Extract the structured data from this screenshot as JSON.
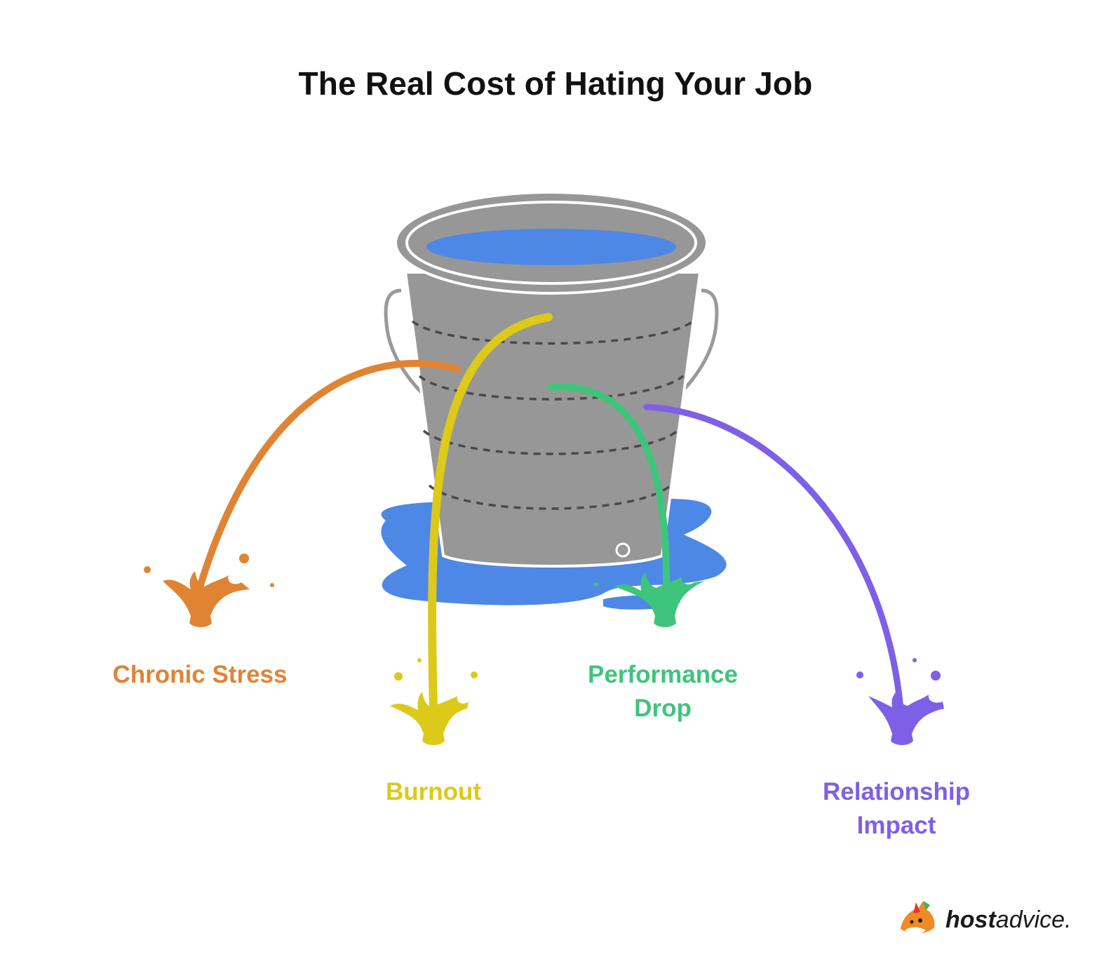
{
  "title": "The Real Cost of Hating Your Job",
  "items": [
    {
      "label_lines": [
        "Chronic Stress"
      ],
      "color": "#E08434"
    },
    {
      "label_lines": [
        "Burnout"
      ],
      "color": "#DDC91A"
    },
    {
      "label_lines": [
        "Performance",
        "Drop"
      ],
      "color": "#3FC47C"
    },
    {
      "label_lines": [
        "Relationship",
        "Impact"
      ],
      "color": "#7E60E6"
    }
  ],
  "colors": {
    "bucket": "#979797",
    "water": "#4E88E6",
    "seam": "#4a4a4a",
    "handle": "#9a9a9a"
  },
  "brand": {
    "name_bold": "host",
    "name_regular": "advice.",
    "icon": "fox-logo-icon"
  }
}
